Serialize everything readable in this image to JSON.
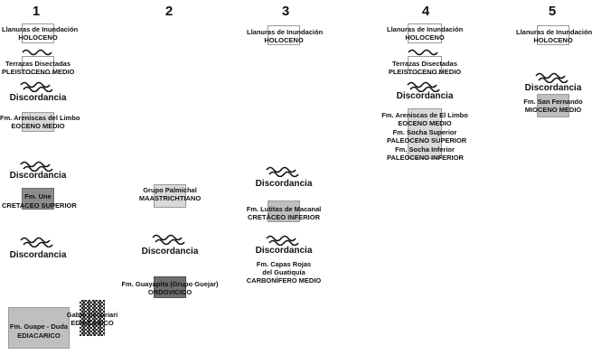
{
  "columns": [
    "1",
    "2",
    "3",
    "4",
    "5"
  ],
  "labels": {
    "c1_llanuras": "Llanuras de Inundación",
    "c1_holoceno": "HOLOCENO",
    "c1_terrazas": "Terrazas Disectadas",
    "c1_pleistoceno": "PLEISTOCENO MEDIO",
    "c1_disc1": "Discordancia",
    "c1_limbo": "Fm. Areniscas del Limbo",
    "c1_eoceno": "EOCENO MEDIO",
    "c1_disc2": "Discordancia",
    "c1_une": "Fm. Une",
    "c1_cretaceo": "CRETACEO SUPERIOR",
    "c1_disc3": "Discordancia",
    "c1_guape": "Fm. Guape - Duda",
    "c1_ediacarico": "EDIACARICO",
    "c1_gabro": "Gabro del Ariari",
    "c1_gabro_age": "EDIACARICO",
    "c2_palmichal": "Grupo Palmichal",
    "c2_maastrichtiano": "MAASTRICHTIANO",
    "c2_disc": "Discordancia",
    "c2_guayapita": "Fm. Guayapita (Grupo Guejar)",
    "c2_ordovicico": "ORDOVICICO",
    "c3_llanuras": "Llanuras de Inundación",
    "c3_holoceno": "HOLOCENO",
    "c3_disc1": "Discordancia",
    "c3_lutitas": "Fm. Lutitas de Macanal",
    "c3_cretaceo": "CRETÁCEO INFERIOR",
    "c3_disc2": "Discordancia",
    "c3_capas1": "Fm. Capas Rojas",
    "c3_capas2": "del Guatiquía",
    "c3_carbonifero": "CARBONÍFERO MEDIO",
    "c4_llanuras": "Llanuras de Inundación",
    "c4_holoceno": "HOLOCENO",
    "c4_terrazas": "Terrazas Disectadas",
    "c4_pleistoceno": "PLEISTOCENO MEDIO",
    "c4_disc": "Discordancia",
    "c4_limbo": "Fm. Areniscas de El Limbo",
    "c4_eoceno": "EOCENO MEDIO",
    "c4_socha_sup": "Fm. Socha Superior",
    "c4_paleoceno_sup": "PALEOCENO SUPERIOR",
    "c4_socha_inf": "Fm. Socha Inferior",
    "c4_paleoceno_inf": "PALEOCENO INFERIOR",
    "c5_llanuras": "Llanuras de Inundación",
    "c5_holoceno": "HOLOCENO",
    "c5_disc": "Discordancia",
    "c5_fernando": "Fm. San Fernando",
    "c5_mioceno": "MIOCENO MEDIO"
  }
}
